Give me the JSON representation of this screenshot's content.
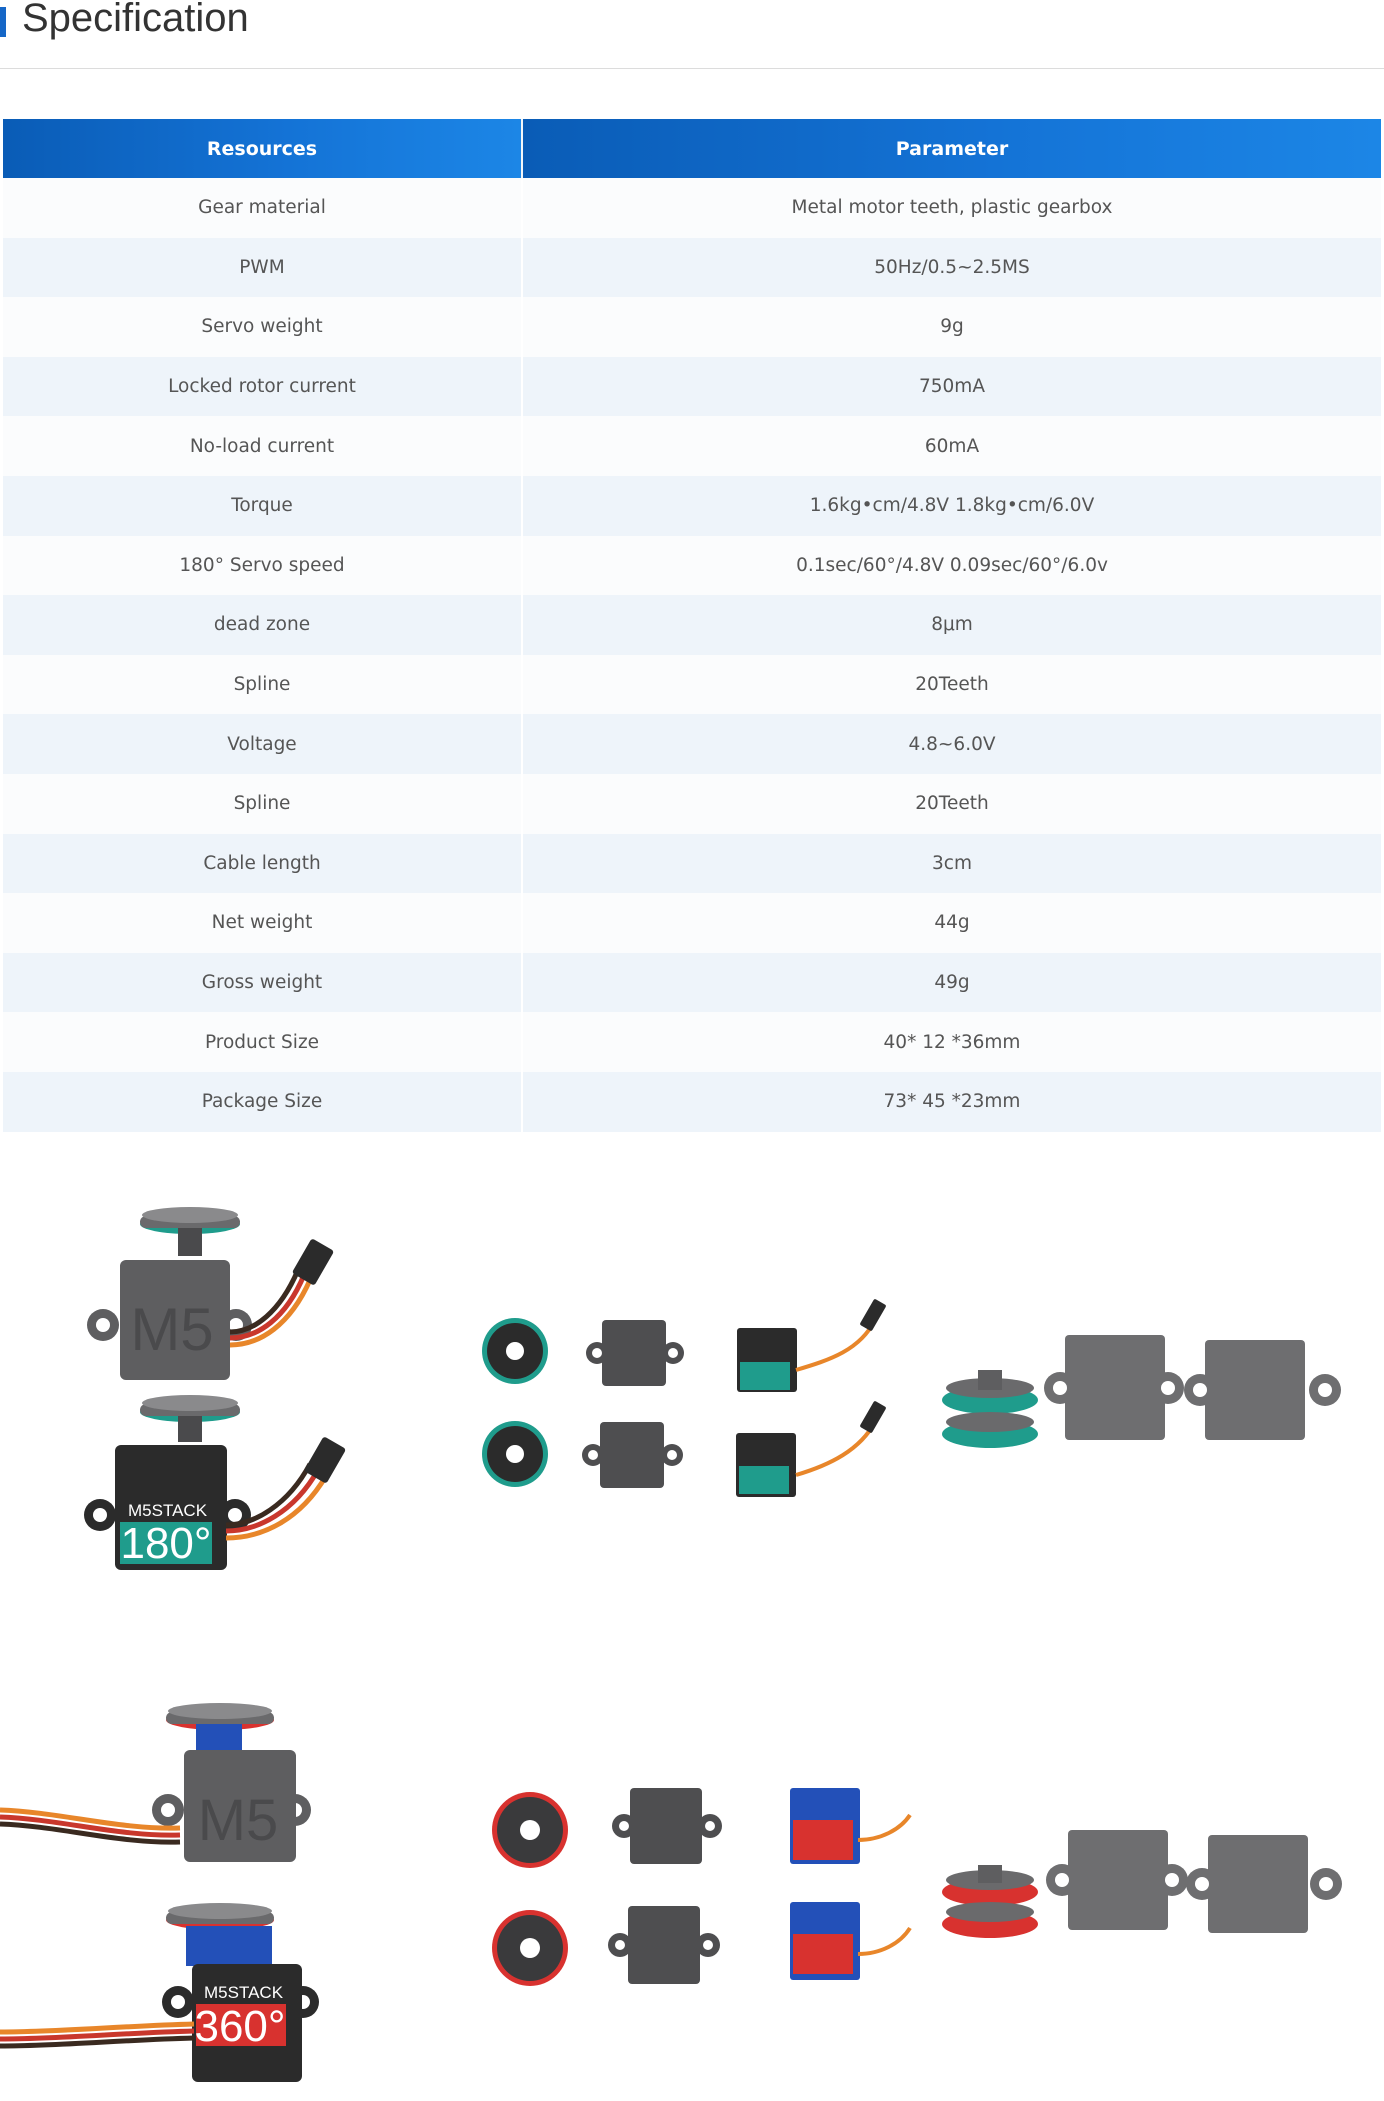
{
  "page": {
    "title": "Specification"
  },
  "table": {
    "headers": [
      "Resources",
      "Parameter"
    ],
    "rows": [
      [
        "Gear material",
        "Metal motor teeth, plastic gearbox"
      ],
      [
        "PWM",
        "50Hz/0.5~2.5MS"
      ],
      [
        "Servo weight",
        "9g"
      ],
      [
        "Locked rotor current",
        "750mA"
      ],
      [
        "No-load current",
        "60mA"
      ],
      [
        "Torque",
        "1.6kg•cm/4.8V 1.8kg•cm/6.0V"
      ],
      [
        "180° Servo speed",
        "0.1sec/60°/4.8V 0.09sec/60°/6.0v"
      ],
      [
        "dead zone",
        "8μm"
      ],
      [
        "Spline",
        "20Teeth"
      ],
      [
        "Voltage",
        "4.8~6.0V"
      ],
      [
        "Spline",
        "20Teeth"
      ],
      [
        "Cable length",
        "3cm"
      ],
      [
        "Net weight",
        "44g"
      ],
      [
        "Gross weight",
        "49g"
      ],
      [
        "Product Size",
        "40* 12 *36mm"
      ],
      [
        "Package Size",
        "73* 45 *23mm"
      ]
    ]
  },
  "gallery": {
    "brand": "M5STACK",
    "m5": "M5",
    "angle_180": "180°",
    "angle_360": "360°",
    "colors": {
      "green_accent": "#1f9c8c",
      "red_accent": "#d8322f",
      "blue_servo": "#2350b8",
      "housing": "#5e5e60",
      "dark": "#2b2b2b"
    }
  }
}
